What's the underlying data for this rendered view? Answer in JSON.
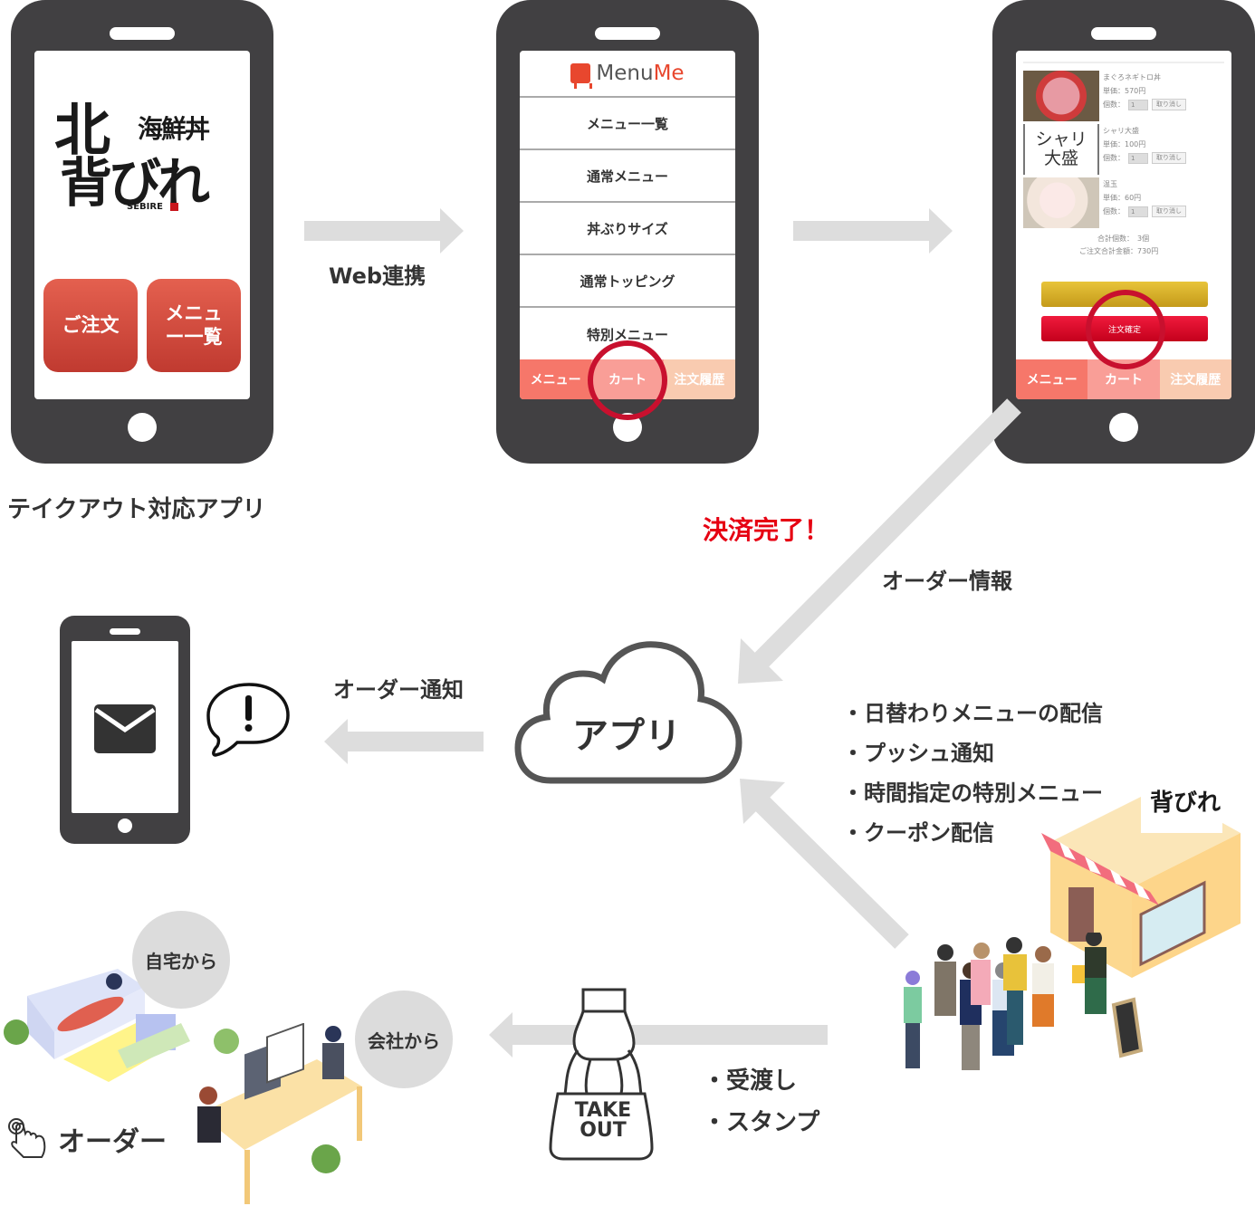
{
  "phone1": {
    "logo": {
      "line1": "背",
      "line1_prefix": "北",
      "small": "海鮮丼",
      "line2": "びれ",
      "roman": "SEBIRE"
    },
    "buttons": [
      {
        "label": "ご注文"
      },
      {
        "label": "メニュー一覧"
      }
    ],
    "caption": "テイクアウト対応アプリ"
  },
  "arrow1_label": "Web連携",
  "phone2": {
    "logo_a": "Menu",
    "logo_b": "Me",
    "menu_items": [
      {
        "label": "メニュー一覧"
      },
      {
        "label": "通常メニュー"
      },
      {
        "label": "丼ぶりサイズ"
      },
      {
        "label": "通常トッピング"
      },
      {
        "label": "特別メニュー"
      }
    ],
    "tabs": {
      "menu": "メニュー",
      "cart": "カート",
      "history": "注文履歴"
    }
  },
  "phone3": {
    "items": [
      {
        "name": "まぐろネギトロ丼",
        "price": "単価：570円",
        "qty_label": "個数：",
        "qty": "1",
        "remove": "取り消し"
      },
      {
        "name": "シャリ大盛",
        "thumb_text": "シャリ 大盛",
        "price": "単価：100円",
        "qty_label": "個数：",
        "qty": "1",
        "remove": "取り消し"
      },
      {
        "name": "温玉",
        "price": "単価：60円",
        "qty_label": "個数：",
        "qty": "1",
        "remove": "取り消し"
      }
    ],
    "total_count": "合計個数：　3個",
    "total_amount": "ご注文合計金額：730円",
    "confirm_button": "注文確定",
    "tabs": {
      "menu": "メニュー",
      "cart": "カート",
      "history": "注文履歴"
    }
  },
  "payment_done": "決済完了！",
  "order_info": "オーダー情報",
  "order_notify": "オーダー通知",
  "cloud_label": "アプリ",
  "features": [
    "・日替わりメニューの配信",
    "・プッシュ通知",
    "・時間指定の特別メニュー",
    "・クーポン配信"
  ],
  "takeout": {
    "line1": "TAKE",
    "line2": "OUT"
  },
  "handoff": [
    "・受渡し",
    "・スタンプ"
  ],
  "from_home": "自宅から",
  "from_office": "会社から",
  "order_label": "オーダー",
  "colors": {
    "phone_frame": "#414042",
    "button_red": "#d24a3e",
    "tab_menu": "#f6776a",
    "tab_cart": "#f99e97",
    "tab_history": "#f9cbb0",
    "highlight_ring": "#c8102e",
    "payment_red": "#e60012",
    "arrow_gray": "#dddddd"
  }
}
